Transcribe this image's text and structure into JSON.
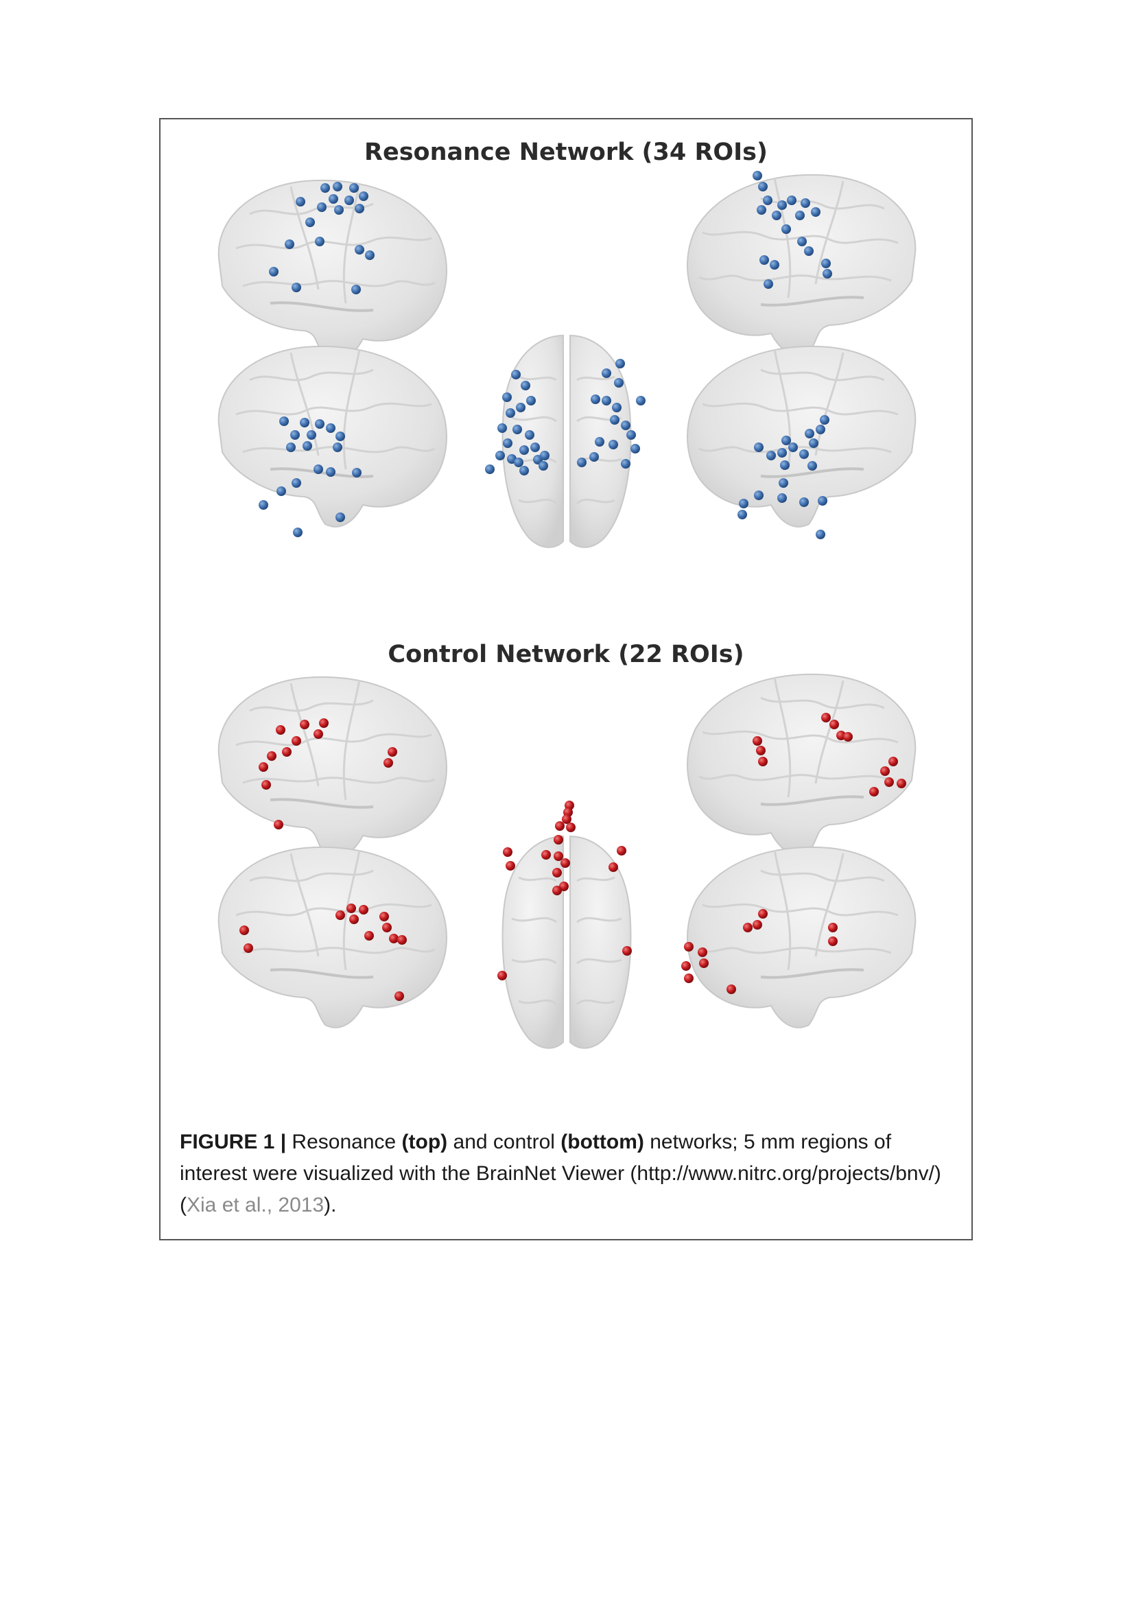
{
  "figure": {
    "resonance_title": "Resonance Network (34 ROIs)",
    "control_title": "Control Network (22 ROIs)",
    "caption": {
      "label": "FIGURE 1 |",
      "t1": " Resonance ",
      "b1": "(top)",
      "t2": " and control ",
      "b2": "(bottom)",
      "t3": " networks; 5 mm regions of interest were visualized with the BrainNet Viewer (http://www.nitrc.org/projects/bnv/) (",
      "cite": "Xia et al., 2013",
      "t4": ")."
    },
    "colors": {
      "resonance_roi": "#3e6fae",
      "control_roi": "#c1181c",
      "brain_fill": "#e3e3e3",
      "citation": "#8a8a8a"
    }
  }
}
